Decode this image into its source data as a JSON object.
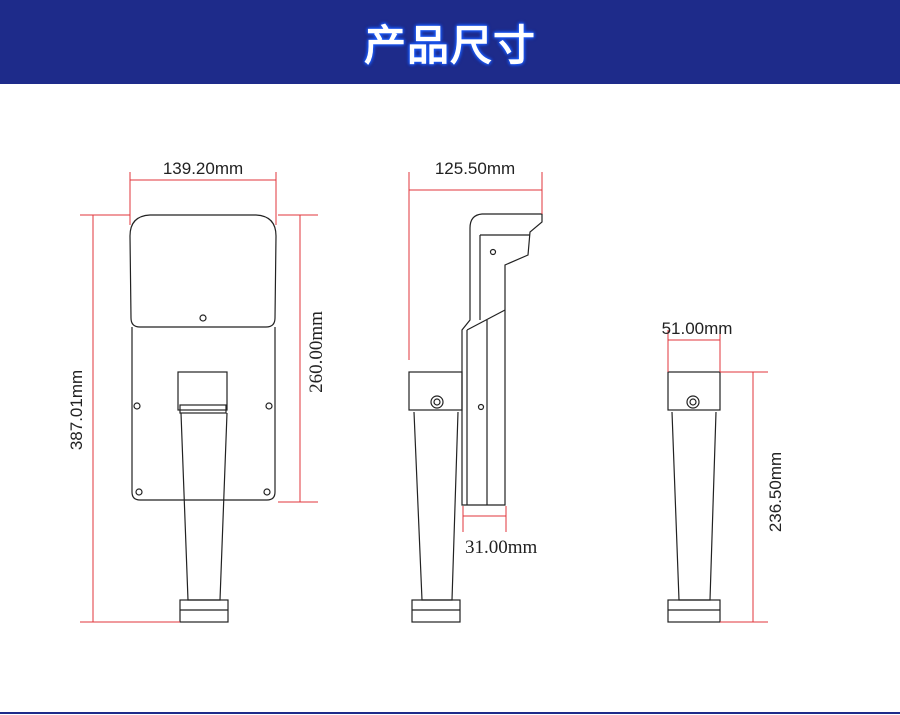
{
  "header": {
    "title": "产品尺寸"
  },
  "dimensions": {
    "front_width": "139.20mm",
    "front_total_height": "387.01mm",
    "front_head_height": "260.00mm",
    "side_depth": "125.50mm",
    "side_panel_thickness": "31.00mm",
    "pole_width": "51.00mm",
    "pole_height": "236.50mm"
  },
  "colors": {
    "header_bg": "#1e2b8a",
    "dimension_line": "#e0353b",
    "outline": "#222222"
  }
}
